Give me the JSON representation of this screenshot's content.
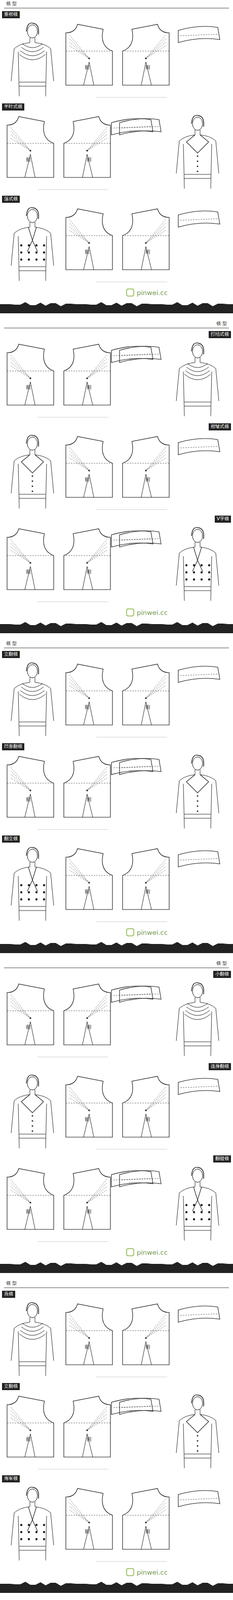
{
  "diagram": {
    "nodes": [
      {
        "text": [
          "垂褶领"
        ]
      },
      {
        "text": [
          "半叶式领"
        ]
      },
      {
        "text": [
          "荡式领"
        ]
      },
      {
        "text": [
          "打结式领"
        ]
      },
      {
        "text": [
          "褶皱式领"
        ]
      },
      {
        "text": [
          "V字领"
        ]
      },
      {
        "text": [
          "立翻领"
        ]
      },
      {
        "text": [
          "凹形翻领"
        ]
      },
      {
        "text": [
          "翻立领"
        ]
      },
      {
        "text": [
          "小翻领"
        ]
      },
      {
        "text": [
          "连身翻领"
        ]
      },
      {
        "text": [
          "翻驳领"
        ]
      },
      {
        "text": [
          "燕领"
        ]
      },
      {
        "text": [
          "立翻领"
        ]
      },
      {
        "text": [
          "海军领"
        ]
      }
    ],
    "labels": [
      "领 型",
      "前",
      "前",
      "前",
      "前",
      "前",
      "前",
      "pinwei.cc",
      "领 型",
      "前",
      "前",
      "前",
      "前",
      "前",
      "前",
      "pinwei.cc",
      "领 型",
      "前",
      "前",
      "前",
      "前",
      "前",
      "前",
      "pinwei.cc",
      "领 型",
      "前",
      "前",
      "前",
      "前",
      "前",
      "前",
      "pinwei.cc",
      "领 型",
      "前",
      "前",
      "前",
      "前",
      "前",
      "前",
      "pinwei.cc"
    ]
  }
}
